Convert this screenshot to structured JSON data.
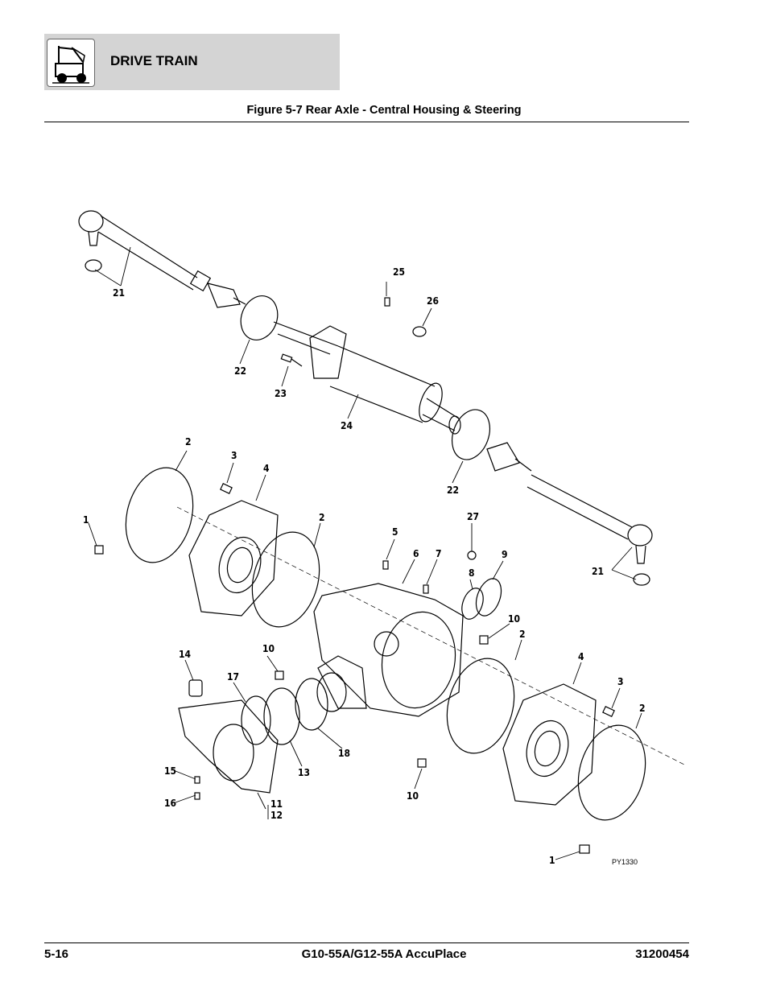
{
  "header": {
    "section_title": "DRIVE TRAIN",
    "logo_icon": "forklift-icon"
  },
  "figure": {
    "title": "Figure 5-7 Rear Axle - Central Housing & Steering",
    "ref_code": "PY1330",
    "callouts": [
      "21",
      "25",
      "26",
      "22",
      "23",
      "24",
      "22",
      "2",
      "3",
      "4",
      "1",
      "2",
      "5",
      "6",
      "7",
      "27",
      "8",
      "9",
      "10",
      "21",
      "2",
      "14",
      "10",
      "17",
      "13",
      "18",
      "4",
      "3",
      "2",
      "15",
      "16",
      "11",
      "12",
      "10",
      "1"
    ]
  },
  "footer": {
    "page_number": "5-16",
    "model": "G10-55A/G12-55A AccuPlace",
    "doc_number": "31200454"
  }
}
